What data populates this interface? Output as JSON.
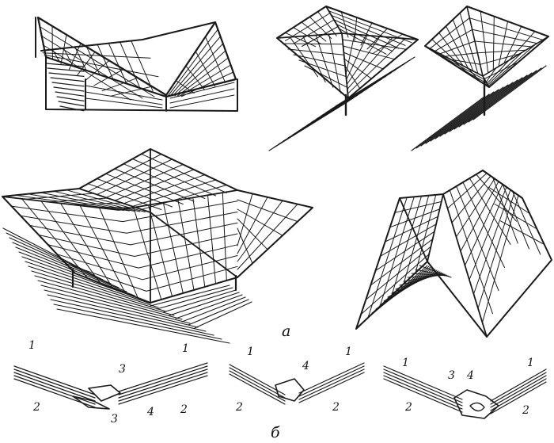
{
  "figure": {
    "panel_labels": {
      "a": "а",
      "b": "б"
    },
    "section_labels": {
      "s1": [
        "1",
        "2",
        "3",
        "3",
        "4",
        "1",
        "2"
      ],
      "s2": [
        "1",
        "2",
        "4",
        "1",
        "2"
      ],
      "s3": [
        "1",
        "2",
        "3",
        "4",
        "1",
        "2"
      ]
    }
  }
}
